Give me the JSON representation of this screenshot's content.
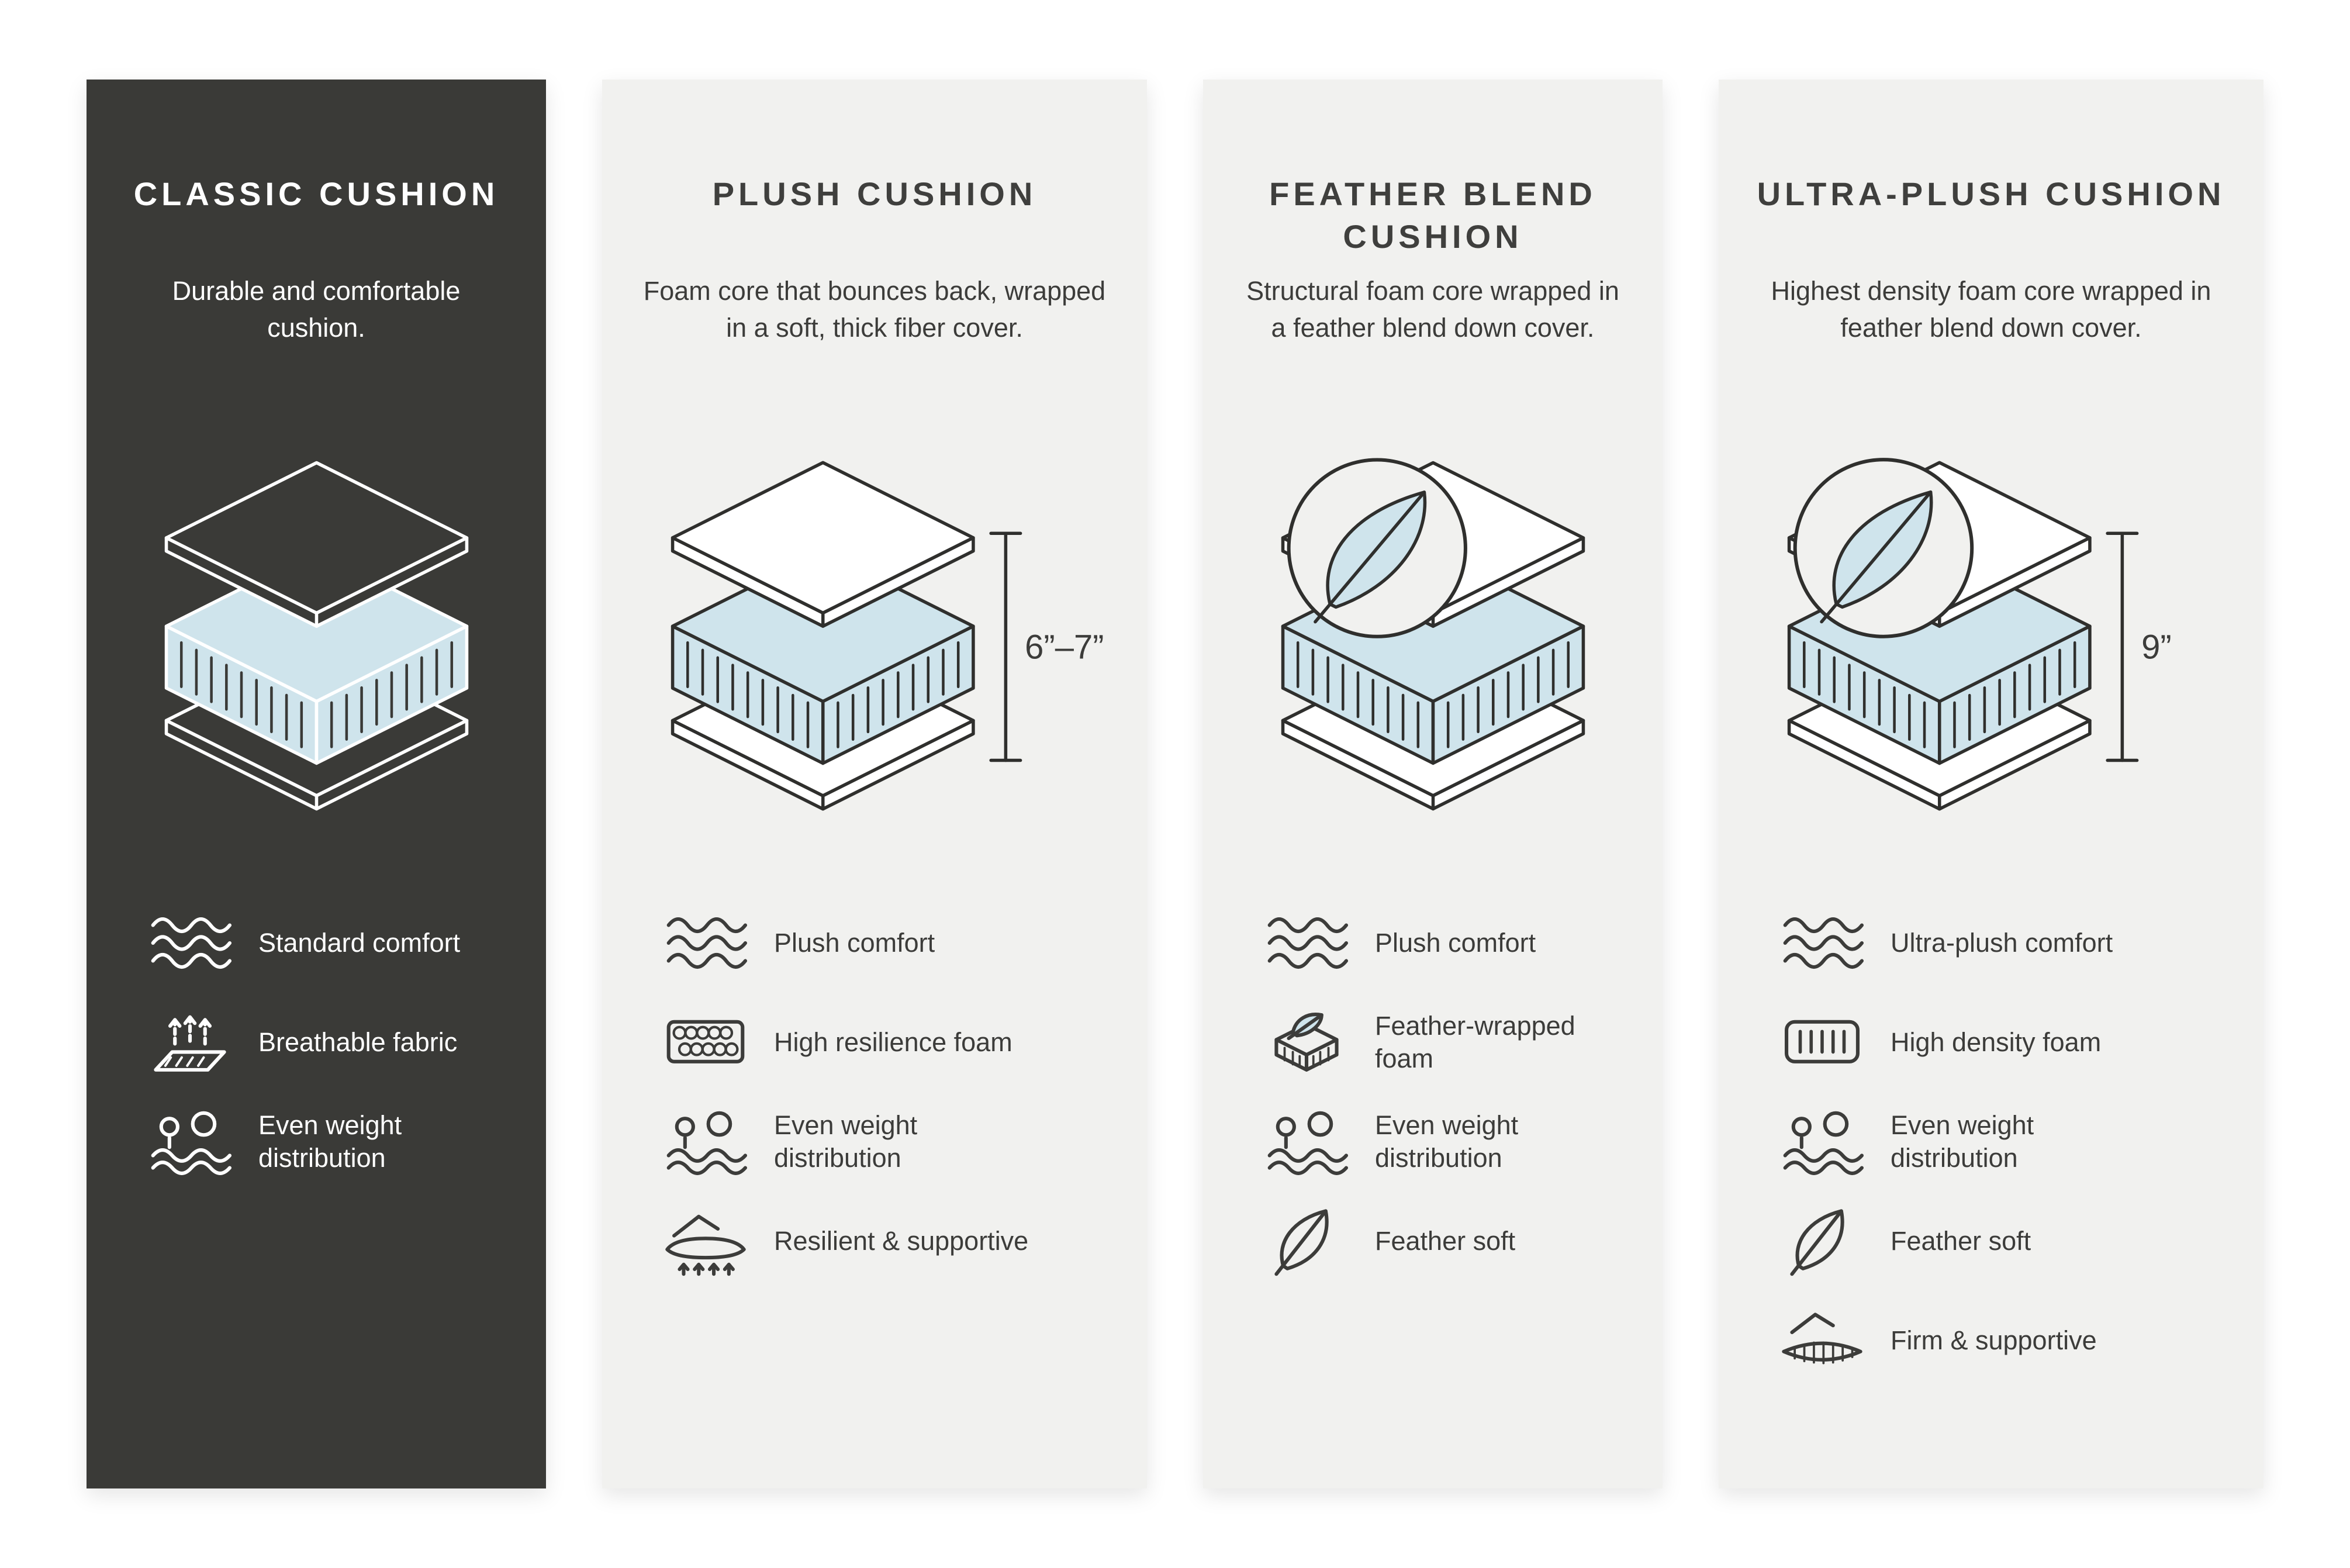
{
  "colors": {
    "dark_card": "#3a3a37",
    "light_card": "#f1f1ef",
    "foam": "#cfe4ec",
    "stroke_dark": "#2f2f2d",
    "stroke_light": "#ffffff",
    "text_dark": "#3c3c3a",
    "text_light": "#ffffff",
    "page_background": "#ffffff"
  },
  "cards": [
    {
      "id": "classic",
      "theme": "dark",
      "title": "CLASSIC CUSHION",
      "description": "Durable and comfortable cushion.",
      "diagram": {
        "feather_badge": false,
        "dimension_label": ""
      },
      "features": [
        {
          "icon": "waves-icon",
          "label": "Standard comfort"
        },
        {
          "icon": "breathable-fabric-icon",
          "label": "Breathable fabric"
        },
        {
          "icon": "weight-distribution-icon",
          "label": "Even weight distribution"
        }
      ]
    },
    {
      "id": "plush",
      "theme": "light",
      "title": "PLUSH CUSHION",
      "description": "Foam core that bounces back, wrapped in a soft, thick fiber cover.",
      "diagram": {
        "feather_badge": false,
        "dimension_label": "6”–7”"
      },
      "features": [
        {
          "icon": "waves-icon",
          "label": "Plush comfort"
        },
        {
          "icon": "resilience-foam-icon",
          "label": "High resilience foam"
        },
        {
          "icon": "weight-distribution-icon",
          "label": "Even weight distribution"
        },
        {
          "icon": "resilient-supportive-icon",
          "label": "Resilient & supportive"
        }
      ]
    },
    {
      "id": "feather-blend",
      "theme": "light",
      "title": "FEATHER BLEND CUSHION",
      "description": "Structural foam core wrapped in a feather blend down cover.",
      "diagram": {
        "feather_badge": true,
        "dimension_label": ""
      },
      "features": [
        {
          "icon": "waves-icon",
          "label": "Plush comfort"
        },
        {
          "icon": "feather-wrapped-foam-icon",
          "label": "Feather-wrapped foam"
        },
        {
          "icon": "weight-distribution-icon",
          "label": "Even weight distribution"
        },
        {
          "icon": "feather-icon",
          "label": "Feather soft"
        }
      ]
    },
    {
      "id": "ultra-plush",
      "theme": "light",
      "title": "ULTRA-PLUSH CUSHION",
      "description": "Highest density foam core wrapped in feather blend down cover.",
      "diagram": {
        "feather_badge": true,
        "dimension_label": "9”"
      },
      "features": [
        {
          "icon": "waves-icon",
          "label": "Ultra-plush comfort"
        },
        {
          "icon": "density-foam-icon",
          "label": "High density foam"
        },
        {
          "icon": "weight-distribution-icon",
          "label": "Even weight distribution"
        },
        {
          "icon": "feather-icon",
          "label": "Feather soft"
        },
        {
          "icon": "firm-supportive-icon",
          "label": "Firm & supportive"
        }
      ]
    }
  ]
}
